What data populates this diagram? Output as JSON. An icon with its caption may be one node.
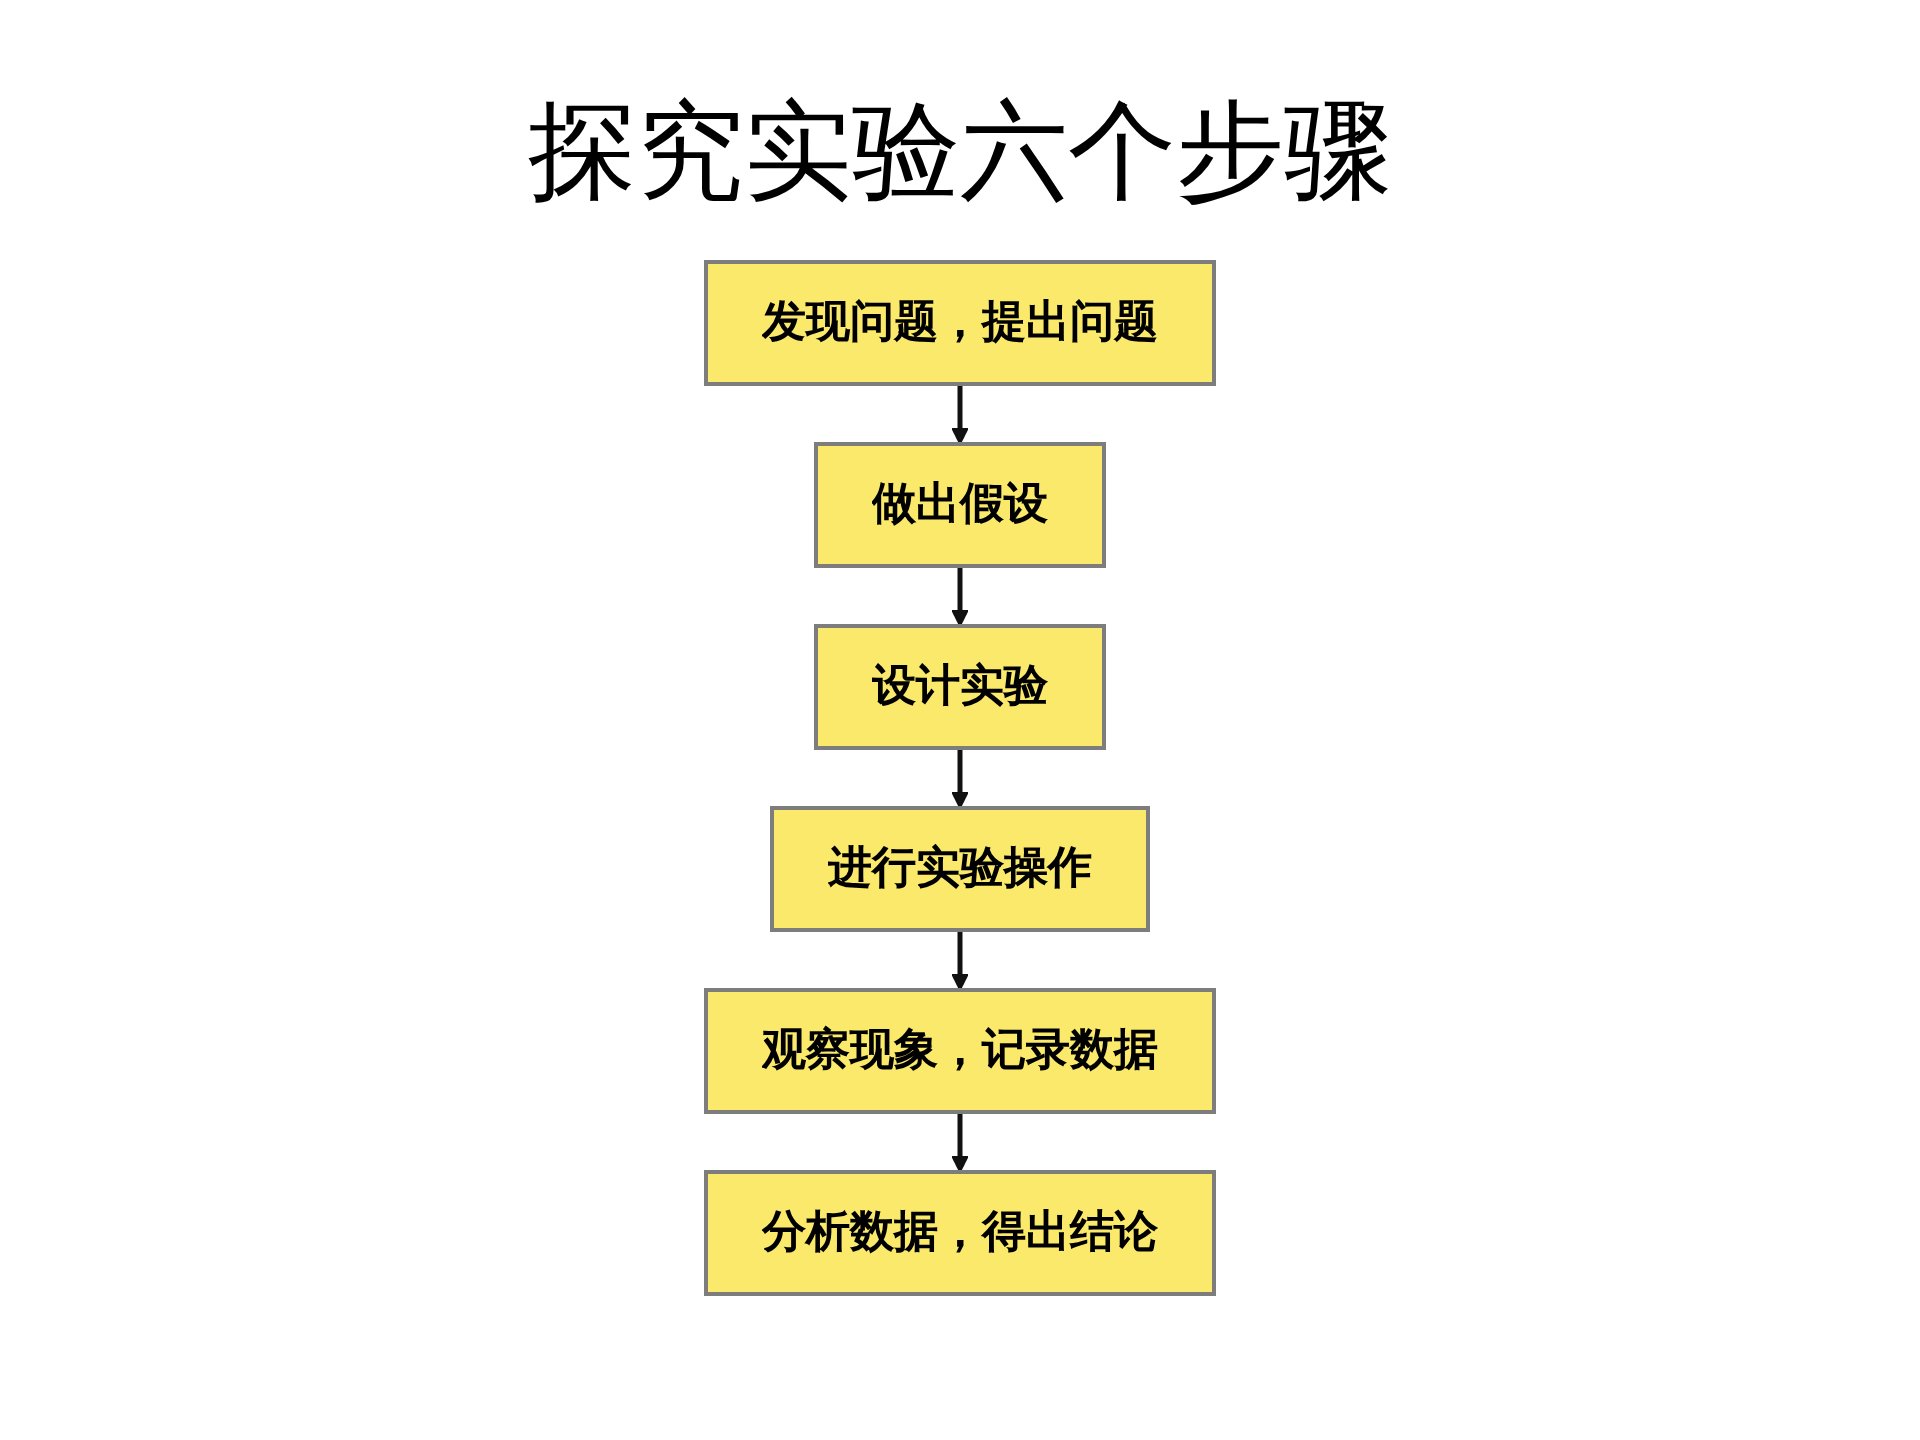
{
  "diagram": {
    "title": "探究实验六个步骤",
    "nodes": [
      {
        "text": [
          "发现问题，提出问题"
        ]
      },
      {
        "text": [
          "做出假设"
        ]
      },
      {
        "text": [
          "设计实验"
        ]
      },
      {
        "text": [
          "进行实验操作"
        ]
      },
      {
        "text": [
          "观察现象，记录数据"
        ]
      },
      {
        "text": [
          "分析数据，得出结论"
        ]
      }
    ],
    "edges": [
      {
        "from": 0,
        "to": 1,
        "arrow": "to"
      },
      {
        "from": 1,
        "to": 2,
        "arrow": "to"
      },
      {
        "from": 2,
        "to": 3,
        "arrow": "to"
      },
      {
        "from": 3,
        "to": 4,
        "arrow": "to"
      },
      {
        "from": 4,
        "to": 5,
        "arrow": "to"
      }
    ]
  }
}
